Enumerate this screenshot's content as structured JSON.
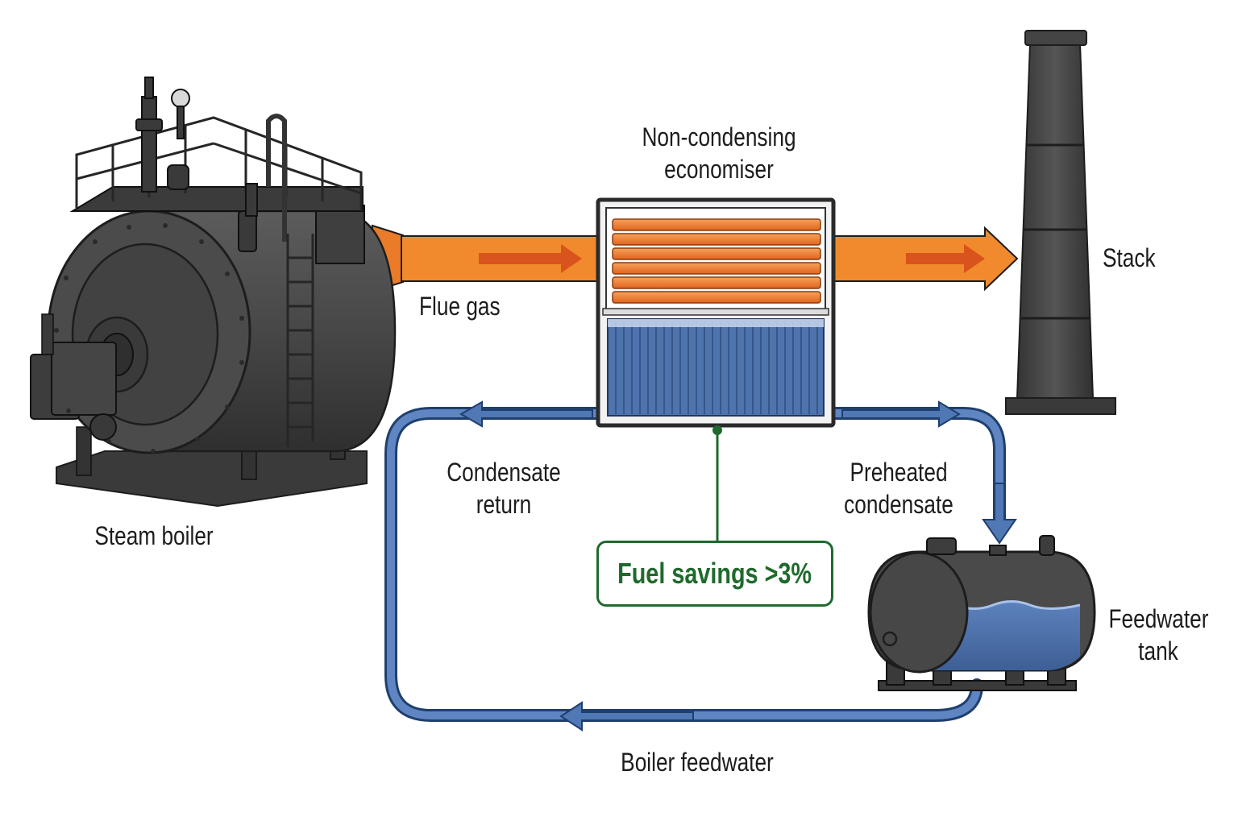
{
  "labels": {
    "economiser": [
      "Non-condensing",
      "economiser"
    ],
    "flue_gas": "Flue gas",
    "stack": "Stack",
    "condensate_return": [
      "Condensate",
      "return"
    ],
    "preheated_condensate": [
      "Preheated",
      "condensate"
    ],
    "steam_boiler": "Steam boiler",
    "feedwater_tank": [
      "Feedwater",
      "tank"
    ],
    "boiler_feedwater": "Boiler feedwater",
    "fuel_savings": "Fuel savings >3%"
  },
  "colors": {
    "flue_gas": "#f08a2c",
    "flue_arrow": "#e0551c",
    "water_pipe": "#4f78b4",
    "water": "#4a6fa8",
    "equipment": "#4a4a4a",
    "outline": "#1d1d1d",
    "savings": "#1f6a2c"
  }
}
